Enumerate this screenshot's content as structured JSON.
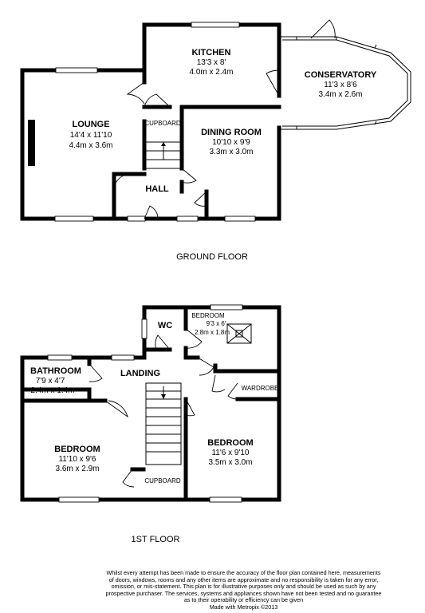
{
  "ground_floor": {
    "label": "GROUND FLOOR",
    "rooms": {
      "kitchen": {
        "name": "KITCHEN",
        "imperial": "13'3 x 8'",
        "metric": "4.0m x 2.4m"
      },
      "conservatory": {
        "name": "CONSERVATORY",
        "imperial": "11'3 x 8'6",
        "metric": "3.4m x 2.6m"
      },
      "lounge": {
        "name": "LOUNGE",
        "imperial": "14'4 x 11'10",
        "metric": "4.4m x 3.6m"
      },
      "cupboard": {
        "name": "CUPBOARD"
      },
      "dining_room": {
        "name": "DINING ROOM",
        "imperial": "10'10 x 9'9",
        "metric": "3.3m x 3.0m"
      },
      "hall": {
        "name": "HALL"
      }
    }
  },
  "first_floor": {
    "label": "1ST FLOOR",
    "rooms": {
      "wc": {
        "name": "WC"
      },
      "bedroom_small": {
        "name": "BEDROOM",
        "imperial": "9'3 x 6'",
        "metric": "2.8m x 1.8m"
      },
      "bathroom": {
        "name": "BATHROOM",
        "imperial": "7'9 x 4'7",
        "metric": "2.4m x 1.4m"
      },
      "landing": {
        "name": "LANDING"
      },
      "wardrobe": {
        "name": "WARDROBE"
      },
      "bedroom_left": {
        "name": "BEDROOM",
        "imperial": "11'10 x 9'6",
        "metric": "3.6m x 2.9m"
      },
      "bedroom_right": {
        "name": "BEDROOM",
        "imperial": "11'6 x 9'10",
        "metric": "3.5m x 3.0m"
      },
      "cupboard": {
        "name": "CUPBOARD"
      }
    }
  },
  "disclaimer": {
    "lines": [
      "Whilst every attempt has been made to ensure the accuracy of the floor plan contained here, measurements",
      "of doors, windows, rooms and any other items are approximate and no responsibility is taken for any error,",
      "omission, or mis-statement. This plan is for illustrative purposes only and should be used as such by any",
      "prospective purchaser. The services, systems and appliances shown have not been tested and no guarantee",
      "as to their operability or efficiency can be given",
      "Made with Metropix ©2013"
    ]
  }
}
